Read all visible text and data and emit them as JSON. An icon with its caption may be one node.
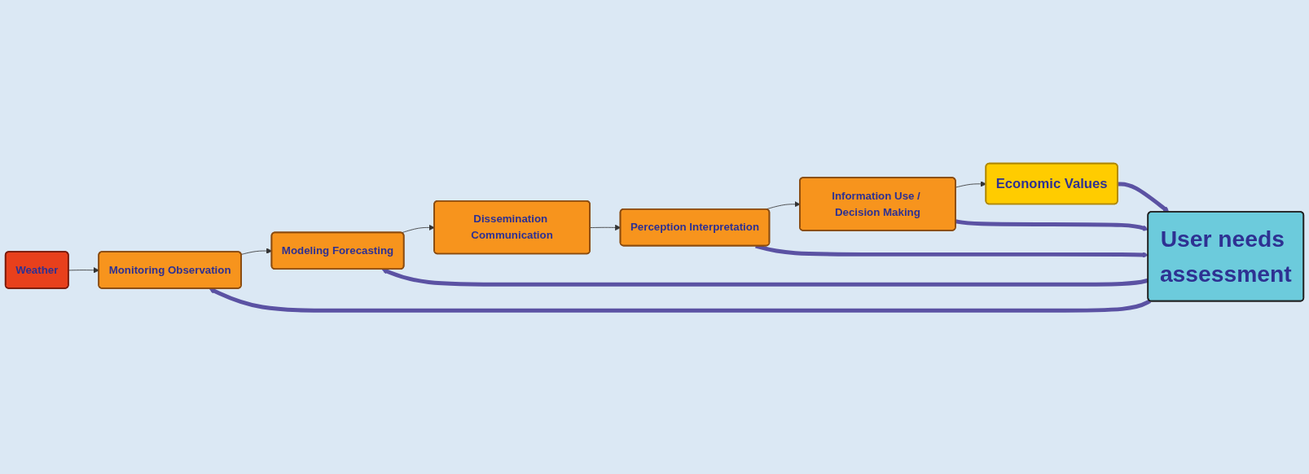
{
  "diagram": {
    "nodes": [
      {
        "text": [
          "Weather"
        ]
      },
      {
        "text": [
          "Monitoring Observation"
        ]
      },
      {
        "text": [
          "Modeling Forecasting"
        ]
      },
      {
        "text": [
          "Dissemination Communication"
        ]
      },
      {
        "text": [
          "Perception Interpretation"
        ]
      },
      {
        "text": [
          "Information Use / Decision Making"
        ]
      },
      {
        "text": [
          "Economic Values"
        ]
      },
      {
        "text": [
          "User needs assessment"
        ]
      }
    ],
    "edges": [
      {
        "from": 0,
        "to": 1,
        "arrow": "to"
      },
      {
        "from": 1,
        "to": 2,
        "arrow": "to"
      },
      {
        "from": 2,
        "to": 3,
        "arrow": "to"
      },
      {
        "from": 3,
        "to": 4,
        "arrow": "to"
      },
      {
        "from": 4,
        "to": 5,
        "arrow": "to"
      },
      {
        "from": 5,
        "to": 6,
        "arrow": "to"
      },
      {
        "from": 7,
        "to": 1,
        "arrow": "to",
        "style": "thick",
        "color": "#5b52a3"
      },
      {
        "from": 7,
        "to": 2,
        "arrow": "to",
        "style": "thick",
        "color": "#5b52a3"
      },
      {
        "from": 4,
        "to": 7,
        "arrow": "to",
        "style": "thick",
        "color": "#5b52a3"
      },
      {
        "from": 5,
        "to": 7,
        "arrow": "to",
        "style": "thick",
        "color": "#5b52a3"
      },
      {
        "from": 6,
        "to": 7,
        "arrow": "to",
        "style": "thick",
        "color": "#5b52a3"
      }
    ]
  }
}
